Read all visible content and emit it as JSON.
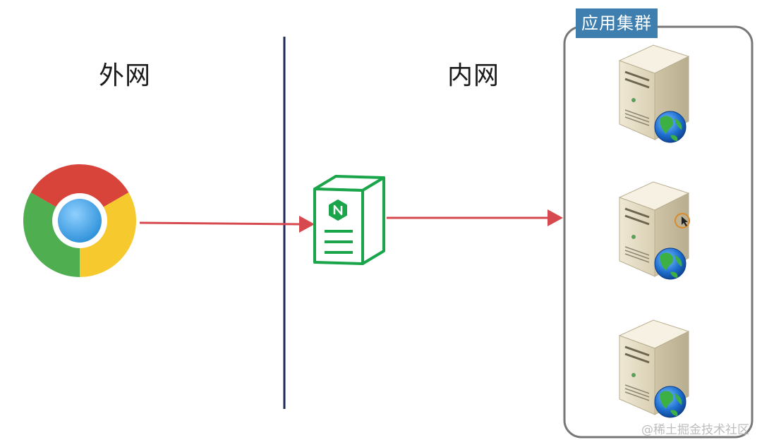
{
  "labels": {
    "outer_network": "外网",
    "inner_network": "内网",
    "cluster_title": "应用集群",
    "watermark": "@稀土掘金技术社区"
  },
  "nodes": [
    {
      "id": "browser",
      "icon": "chrome-browser-icon"
    },
    {
      "id": "proxy",
      "icon": "nginx-server-icon"
    },
    {
      "id": "server-1",
      "icon": "web-server-icon"
    },
    {
      "id": "server-2",
      "icon": "web-server-icon"
    },
    {
      "id": "server-3",
      "icon": "web-server-icon"
    }
  ],
  "edges": [
    {
      "from": "browser",
      "to": "proxy"
    },
    {
      "from": "proxy",
      "to": "cluster"
    }
  ],
  "colors": {
    "divider": "#1b2b5a",
    "arrow": "#d64a4f",
    "nginx": "#1aa54a",
    "cluster_border": "#777777",
    "cluster_tag": "#3f7fb0"
  }
}
